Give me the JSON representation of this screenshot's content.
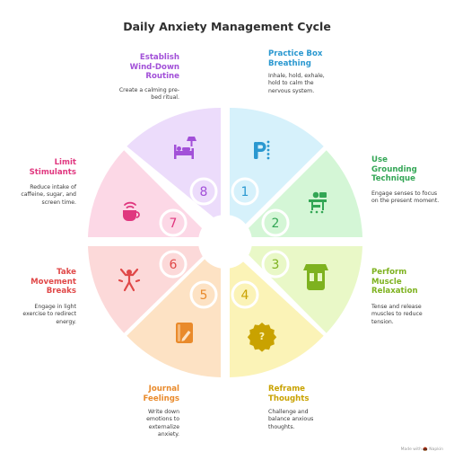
{
  "title": "Daily Anxiety Management Cycle",
  "footer": "Made with 🌰 Napkin",
  "colors": {
    "s1": "#d6f1fb",
    "s2": "#d4f6d6",
    "s3": "#e9f8c7",
    "s4": "#fbf3b7",
    "s5": "#fde2c4",
    "s6": "#fcd9d9",
    "s7": "#fcd8e6",
    "s8": "#ecdcfb",
    "t1": "#2a98d0",
    "t2": "#33a655",
    "t3": "#7eb21f",
    "t4": "#c9a200",
    "t5": "#e98a2b",
    "t6": "#e04848",
    "t7": "#e0377f",
    "t8": "#a250d8"
  },
  "steps": [
    {
      "num": "1",
      "label": "Practice Box Breathing",
      "desc": "Inhale, hold, exhale, hold to calm the nervous system.",
      "icon": "breathing-icon"
    },
    {
      "num": "2",
      "label": "Use Grounding Technique",
      "desc": "Engage senses to focus on the present moment.",
      "icon": "grounding-icon"
    },
    {
      "num": "3",
      "label": "Perform Muscle Relaxation",
      "desc": "Tense and release muscles to reduce tension.",
      "icon": "muscle-icon"
    },
    {
      "num": "4",
      "label": "Reframe Thoughts",
      "desc": "Challenge and balance anxious thoughts.",
      "icon": "question-icon"
    },
    {
      "num": "5",
      "label": "Journal Feelings",
      "desc": "Write down emotions to externalize anxiety.",
      "icon": "journal-icon"
    },
    {
      "num": "6",
      "label": "Take Movement Breaks",
      "desc": "Engage in light exercise to redirect energy.",
      "icon": "movement-icon"
    },
    {
      "num": "7",
      "label": "Limit Stimulants",
      "desc": "Reduce intake of caffeine, sugar, and screen time.",
      "icon": "coffee-icon"
    },
    {
      "num": "8",
      "label": "Establish Wind-Down Routine",
      "desc": "Create a calming pre-bed ritual.",
      "icon": "bed-icon"
    }
  ]
}
